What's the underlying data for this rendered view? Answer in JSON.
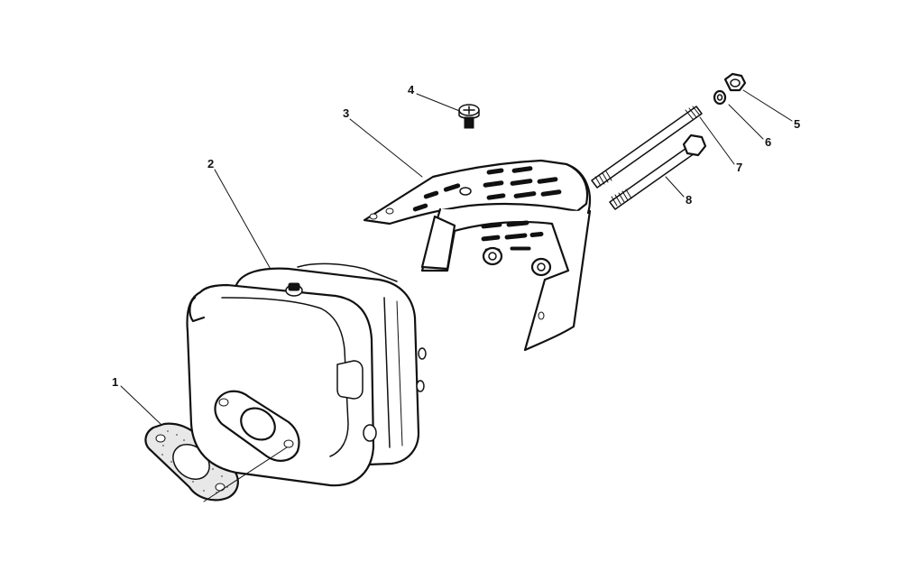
{
  "parts": [
    {
      "id": "gasket",
      "label": "1"
    },
    {
      "id": "muffler",
      "label": "2"
    },
    {
      "id": "muffler-guard",
      "label": "3"
    },
    {
      "id": "screw",
      "label": "4"
    },
    {
      "id": "nut",
      "label": "5"
    },
    {
      "id": "lock-washer",
      "label": "6"
    },
    {
      "id": "stud",
      "label": "7"
    },
    {
      "id": "bolt",
      "label": "8"
    }
  ]
}
